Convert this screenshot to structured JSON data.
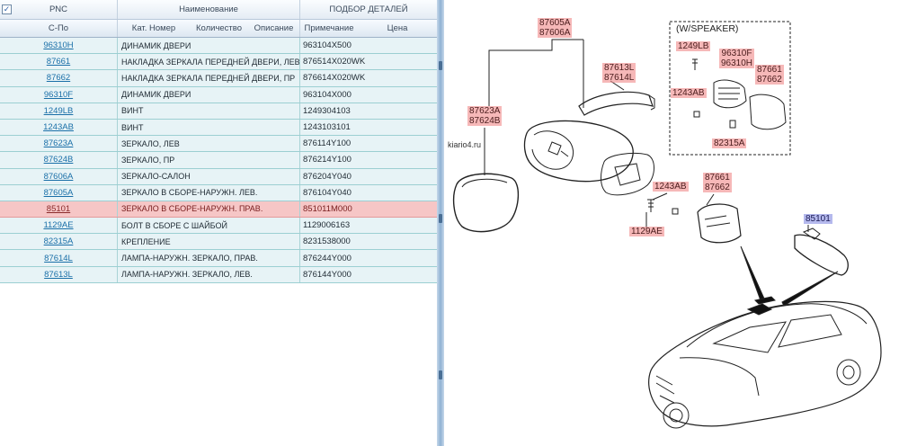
{
  "header": {
    "top": {
      "pnc": "PNC",
      "name": "Наименование",
      "selection": "ПОДБОР ДЕТАЛЕЙ"
    },
    "sub": {
      "from": "С-По",
      "catalog_no": "Кат. Номер",
      "qty": "Количество",
      "description": "Описание",
      "note": "Примечание",
      "price": "Цена"
    },
    "checkbox_mark": "✓"
  },
  "parts": [
    {
      "pnc": "96310H",
      "name": "ДИНАМИК ДВЕРИ",
      "note": "963104X500"
    },
    {
      "pnc": "87661",
      "name": "НАКЛАДКА ЗЕРКАЛА ПЕРЕДНЕЙ ДВЕРИ, ЛЕВ",
      "note": "876514X020WK"
    },
    {
      "pnc": "87662",
      "name": "НАКЛАДКА ЗЕРКАЛА ПЕРЕДНЕЙ ДВЕРИ, ПР",
      "note": "876614X020WK"
    },
    {
      "pnc": "96310F",
      "name": "ДИНАМИК ДВЕРИ",
      "note": "963104X000"
    },
    {
      "pnc": "1249LB",
      "name": "ВИНТ",
      "note": "1249304103"
    },
    {
      "pnc": "1243AB",
      "name": "ВИНТ",
      "note": "1243103101"
    },
    {
      "pnc": "87623A",
      "name": "ЗЕРКАЛО, ЛЕВ",
      "note": "876114Y100"
    },
    {
      "pnc": "87624B",
      "name": "ЗЕРКАЛО, ПР",
      "note": "876214Y100"
    },
    {
      "pnc": "87606A",
      "name": "ЗЕРКАЛО-САЛОН",
      "note": "876204Y040"
    },
    {
      "pnc": "87605A",
      "name": "ЗЕРКАЛО В СБОРЕ-НАРУЖН. ЛЕВ.",
      "note": "876104Y040"
    },
    {
      "pnc": "85101",
      "name": "ЗЕРКАЛО В СБОРЕ-НАРУЖН. ПРАВ.",
      "note": "851011M000",
      "selected": true
    },
    {
      "pnc": "1129AE",
      "name": "БОЛТ В СБОРЕ С ШАЙБОЙ",
      "note": "1129006163"
    },
    {
      "pnc": "82315A",
      "name": "КРЕПЛЕНИЕ",
      "note": "8231538000"
    },
    {
      "pnc": "87614L",
      "name": "ЛАМПА-НАРУЖН. ЗЕРКАЛО, ПРАВ.",
      "note": "876244Y000"
    },
    {
      "pnc": "87613L",
      "name": "ЛАМПА-НАРУЖН. ЗЕРКАЛО, ЛЕВ.",
      "note": "876144Y000"
    }
  ],
  "diagram": {
    "watermark": "kiario4.ru",
    "speaker_caption": "(W/SPEAKER)",
    "callouts": {
      "c87605": [
        "87605A",
        "87606A"
      ],
      "c87613": [
        "87613L",
        "87614L"
      ],
      "c87623": [
        "87623A",
        "87624B"
      ],
      "c1249": [
        "1249LB"
      ],
      "c96310": [
        "96310F",
        "96310H"
      ],
      "c87661a": [
        "87661",
        "87662"
      ],
      "c1243a": [
        "1243AB"
      ],
      "c82315": [
        "82315A"
      ],
      "c87661b": [
        "87661",
        "87662"
      ],
      "c1243b": [
        "1243AB"
      ],
      "c1129": [
        "1129AE"
      ],
      "c85101": [
        "85101"
      ]
    }
  }
}
